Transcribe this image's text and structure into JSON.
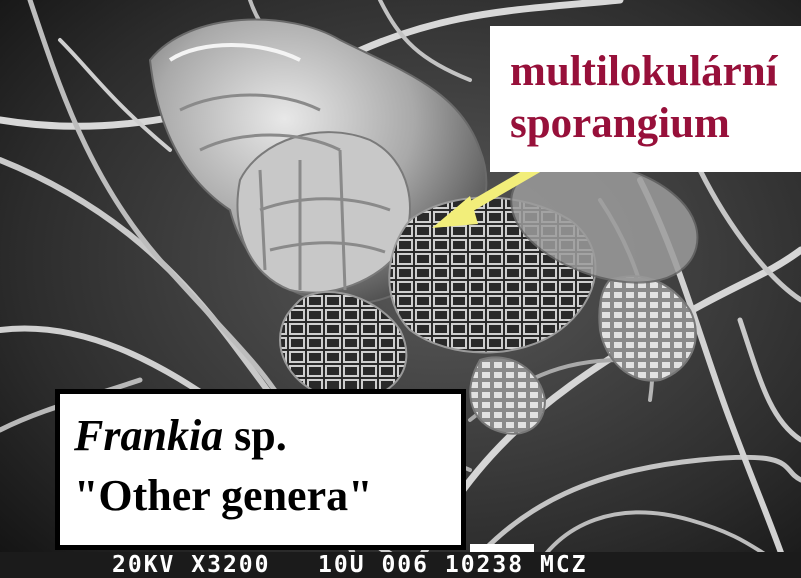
{
  "colors": {
    "label_accent": "#97103a",
    "arrow": "#f2ee7a",
    "label_background": "#ffffff",
    "micrograph_base": "#3a3a3a"
  },
  "sporangium_label": {
    "line1": "multilokulární",
    "line2": "sporangium"
  },
  "species_label": {
    "genus": "Frankia",
    "suffix": " sp.",
    "line2": "\"Other genera\""
  },
  "scale_readout": {
    "accelerating_voltage": "20KV",
    "magnification": "X3200",
    "scale_bar": "10U",
    "sequence": "006",
    "film_number": "10238",
    "operator": "MCZ"
  }
}
